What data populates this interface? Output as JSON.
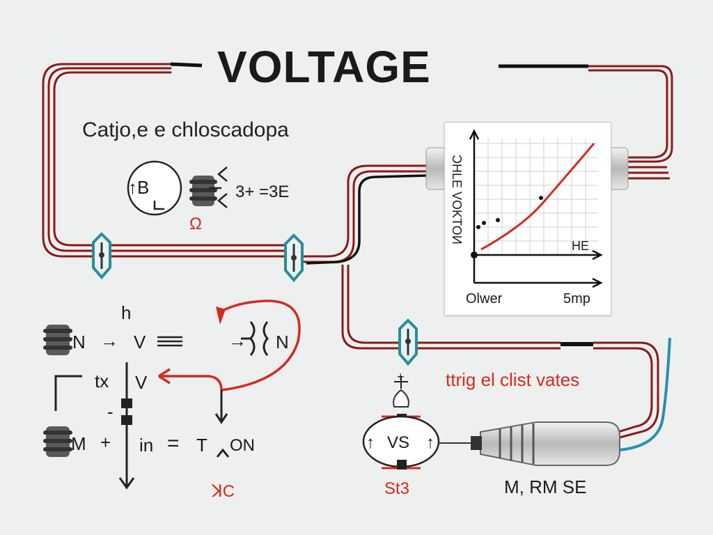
{
  "title": "VOLTAGE",
  "subtitle": "Catjo,e e chloscadopa",
  "top_cluster": {
    "b_label": "↑B",
    "equation": "3+ =3E",
    "red_mark": "Ω"
  },
  "chart": {
    "y_axis_label": "ƆHLE VOKTOИ",
    "series_label": "HE",
    "x_left_label": "Olwer",
    "x_right_label": "5mp"
  },
  "left_diagram": {
    "h_label": "h",
    "row1_left": "N",
    "row1_arrow": "→",
    "row1_v": "V",
    "row1_right": "N",
    "row2_tx": "tx",
    "row2_v": "V",
    "minus": "-",
    "row3_m": "M",
    "row3_plus": "+",
    "row3_in": "in",
    "row3_t": "T",
    "row3_on": "ON",
    "red_kc": "ꓘC"
  },
  "right_diagram": {
    "red_caption": "ttrig el clist vates",
    "plus": "+",
    "vs_label": "VS",
    "st3_label": "St3",
    "probe_label": "M, RM SE"
  },
  "colors": {
    "wire_red": "#8a1a1a",
    "accent_red": "#d42a1e",
    "teal": "#2a8c9a",
    "probe_blue": "#2a8fb0"
  }
}
